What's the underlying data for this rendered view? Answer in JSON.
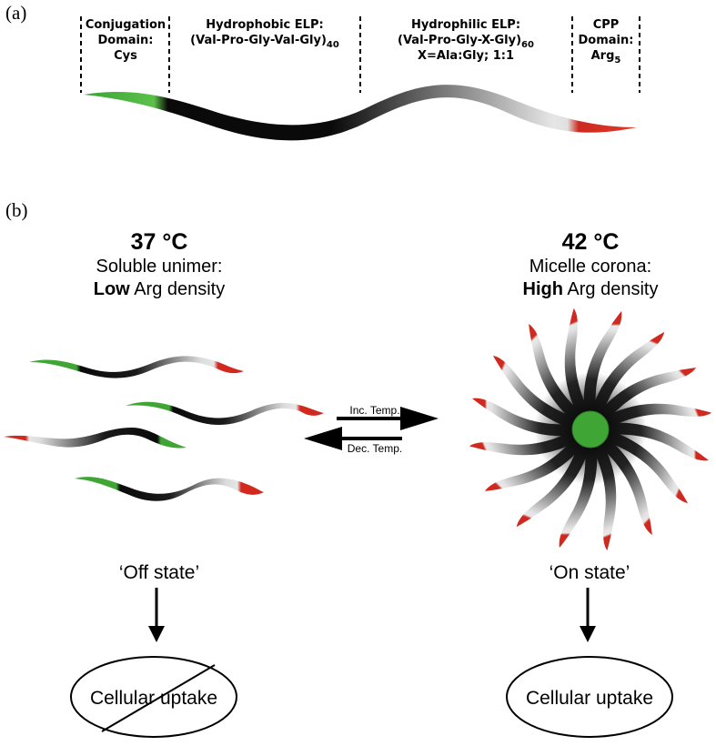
{
  "panel_a": {
    "label": "(a)",
    "domains": [
      {
        "line1": "Conjugation",
        "line2": "Domain:",
        "line3": "Cys"
      },
      {
        "line1": "Hydrophobic ELP:",
        "line2_main": "(Val-Pro-Gly-Val-Gly)",
        "line2_sub": "40"
      },
      {
        "line1": "Hydrophilic ELP:",
        "line2_main": "(Val-Pro-Gly-X-Gly)",
        "line2_sub": "60",
        "line3": "X=Ala:Gly; 1:1"
      },
      {
        "line1": "CPP",
        "line2": "Domain:",
        "line3_main": "Arg",
        "line3_sub": "5"
      }
    ]
  },
  "panel_b": {
    "label": "(b)",
    "left": {
      "temp": "37 °C",
      "line1": "Soluble unimer:",
      "line2_bold": "Low",
      "line2_rest": " Arg density",
      "state": "‘Off state’",
      "uptake": "Cellular uptake"
    },
    "right": {
      "temp": "42 °C",
      "line1": "Micelle corona:",
      "line2_bold": "High",
      "line2_rest": " Arg density",
      "state": "‘On state’",
      "uptake": "Cellular uptake"
    },
    "forward_label": "Inc. Temp.",
    "reverse_label": "Dec. Temp."
  },
  "colors": {
    "cys": "#3fa535",
    "hydrophobic": "#0a0a0a",
    "hydrophilic": "#e8e8e8",
    "cpp": "#d2281e"
  }
}
